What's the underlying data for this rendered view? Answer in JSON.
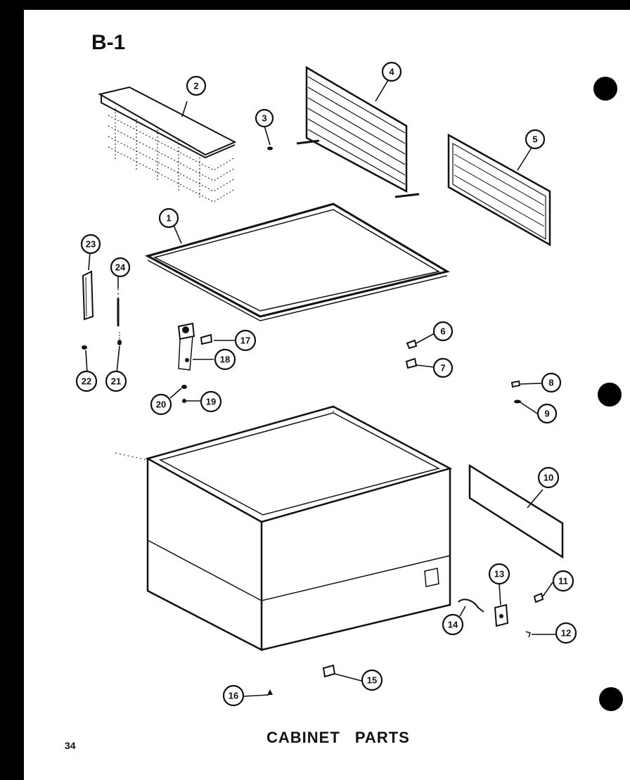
{
  "header": {
    "section_code": "B-1"
  },
  "footer": {
    "page_number": "34",
    "caption": "CABINET   PARTS"
  },
  "callouts": [
    "1",
    "2",
    "3",
    "4",
    "5",
    "6",
    "7",
    "8",
    "9",
    "10",
    "11",
    "12",
    "13",
    "14",
    "15",
    "16",
    "17",
    "18",
    "19",
    "20",
    "21",
    "22",
    "23",
    "24"
  ],
  "colors": {
    "ink": "#111111",
    "paper": "#ffffff",
    "border": "#000000"
  }
}
